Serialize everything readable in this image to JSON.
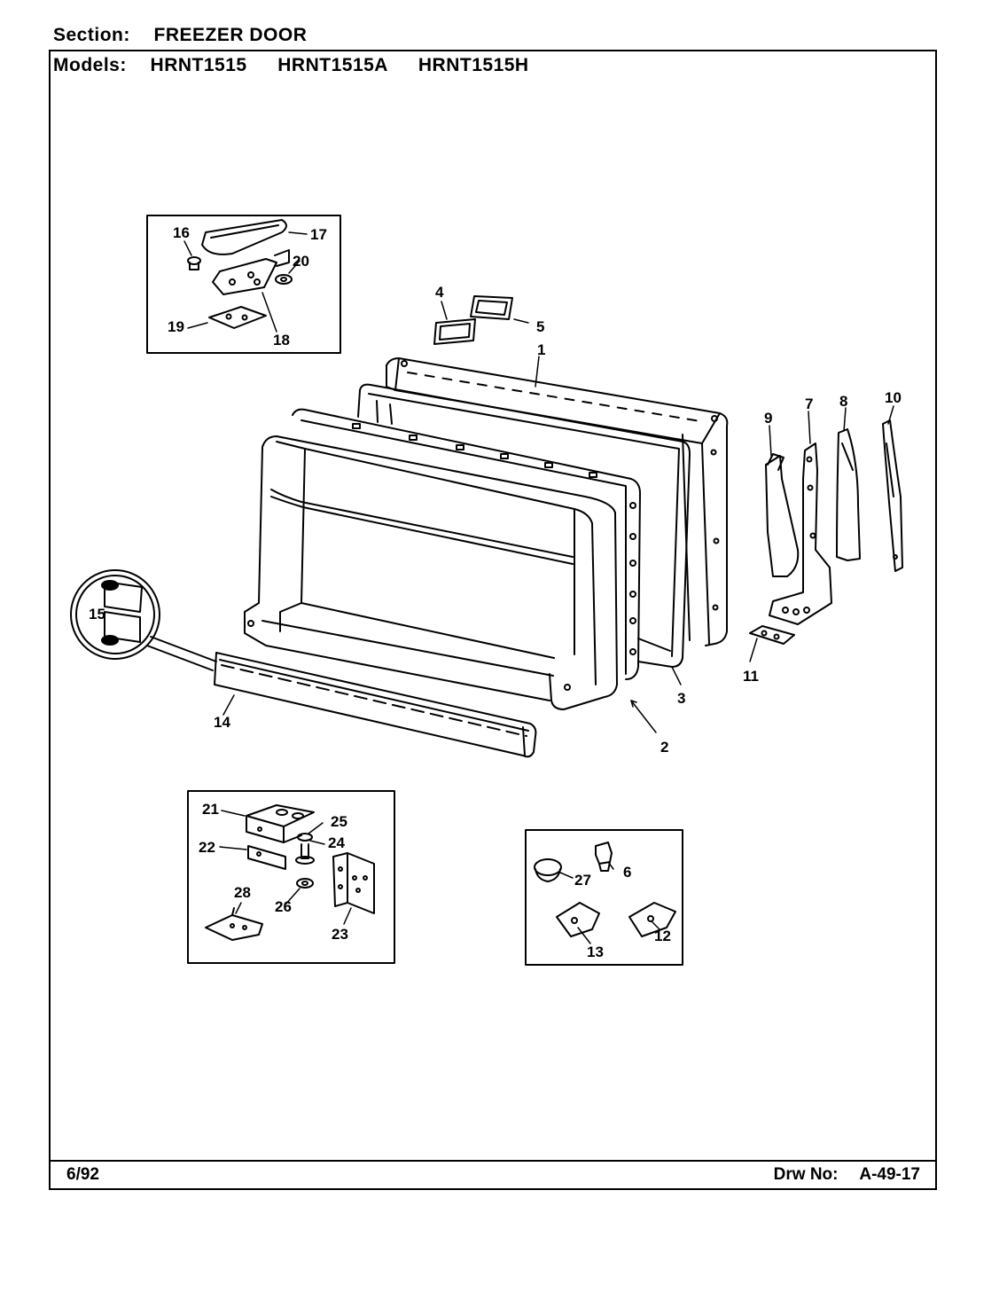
{
  "header": {
    "section_label": "Section:",
    "section_value": "FREEZER DOOR",
    "models_label": "Models:",
    "models": [
      "HRNT1515",
      "HRNT1515A",
      "HRNT1515H"
    ]
  },
  "footer": {
    "date": "6/92",
    "drawing_label": "Drw No:",
    "drawing_number": "A-49-17"
  },
  "callouts": [
    "1",
    "2",
    "3",
    "4",
    "5",
    "6",
    "7",
    "8",
    "9",
    "10",
    "11",
    "12",
    "13",
    "14",
    "15",
    "16",
    "17",
    "18",
    "19",
    "20",
    "21",
    "22",
    "23",
    "24",
    "25",
    "26",
    "27",
    "28"
  ]
}
